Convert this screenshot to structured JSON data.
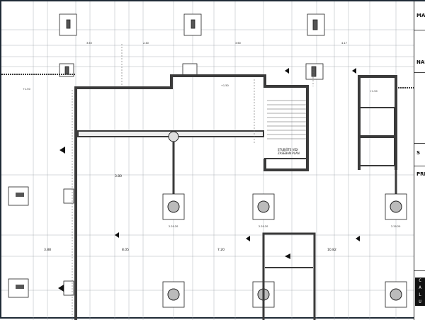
{
  "sidebar": {
    "title_material": "MAT",
    "title_napr": "NAP",
    "title_s": "S",
    "title_pre": "PRE",
    "logo_lines": [
      "C",
      "A",
      "L",
      "U"
    ]
  },
  "drawing": {
    "stair_note_1": "STUBIŠTE VIDI",
    "stair_note_2": "ZASEBAN PLAN",
    "column_label": "2.20.20",
    "span_labels": [
      "3.88",
      "8.05",
      "7.20",
      "10.82",
      "3.80"
    ],
    "top_dims": [
      "3.65",
      "2.40",
      "3.60",
      "4.17"
    ],
    "level_marks": [
      "+1.50",
      "+1.50",
      "+1.50"
    ]
  }
}
